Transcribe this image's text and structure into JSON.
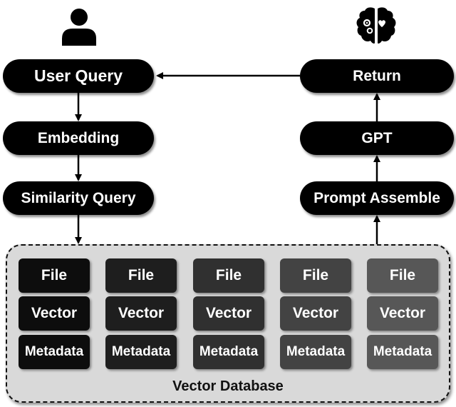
{
  "nodes": {
    "user_query": "User Query",
    "embedding": "Embedding",
    "similarity_query": "Similarity Query",
    "return": "Return",
    "gpt": "GPT",
    "prompt_assemble": "Prompt Assemble"
  },
  "icons": {
    "user": "user-icon",
    "brain": "brain-icon"
  },
  "database": {
    "label": "Vector Database",
    "columns": [
      {
        "file": "File",
        "vector": "Vector",
        "metadata": "Metadata",
        "color": "#0d0d0d"
      },
      {
        "file": "File",
        "vector": "Vector",
        "metadata": "Metadata",
        "color": "#1e1e1e"
      },
      {
        "file": "File",
        "vector": "Vector",
        "metadata": "Metadata",
        "color": "#303030"
      },
      {
        "file": "File",
        "vector": "Vector",
        "metadata": "Metadata",
        "color": "#434343"
      },
      {
        "file": "File",
        "vector": "Vector",
        "metadata": "Metadata",
        "color": "#575757"
      }
    ]
  }
}
